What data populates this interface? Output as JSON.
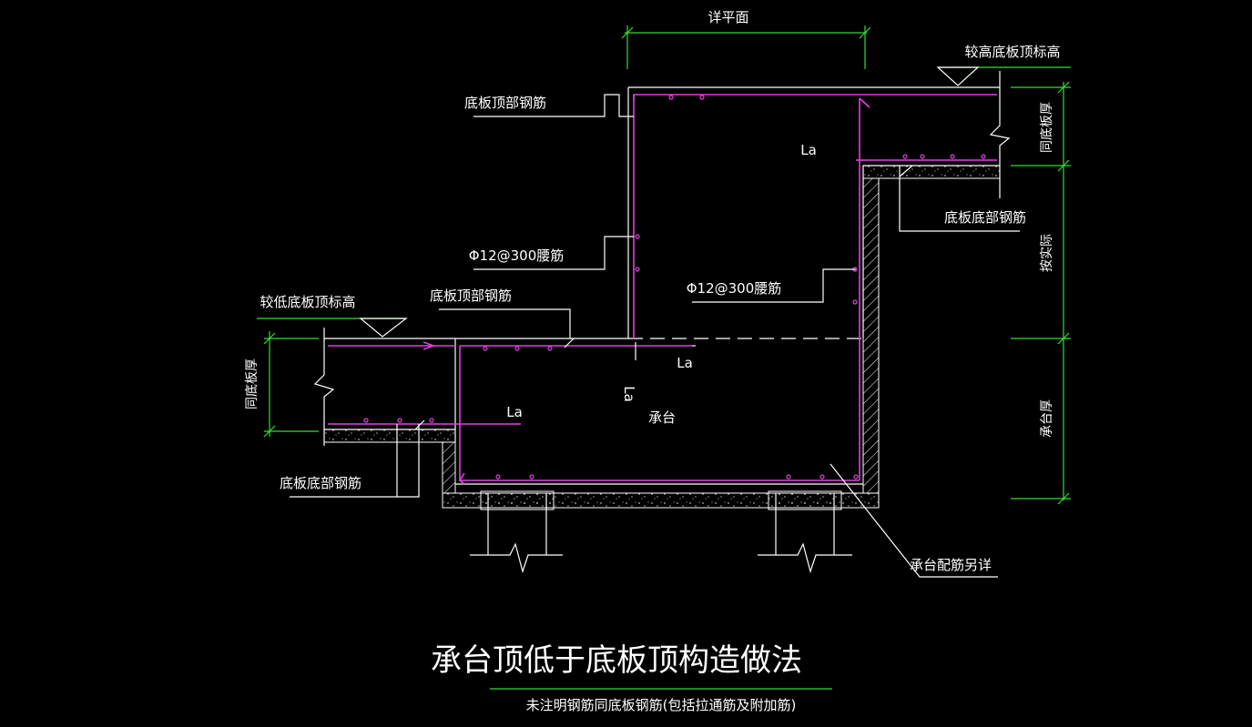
{
  "labels": {
    "detail_plan": "详平面",
    "higher_slab_top_elev": "较高底板顶标高",
    "lower_slab_top_elev": "较低底板顶标高",
    "slab_top_rebar_upper": "底板顶部钢筋",
    "slab_top_rebar_lower": "底板顶部钢筋",
    "slab_bottom_rebar_right": "底板底部钢筋",
    "slab_bottom_rebar_left": "底板底部钢筋",
    "waist_rebar_left": "Φ12@300腰筋",
    "waist_rebar_right": "Φ12@300腰筋",
    "same_slab_thickness_right": "同底板厚",
    "same_slab_thickness_left": "同底板厚",
    "per_actual": "按实际",
    "cap_thickness": "承台厚",
    "cap": "承台",
    "cap_reinforcement_note": "承台配筋另详",
    "la_1": "La",
    "la_2": "La",
    "la_3": "La",
    "la_vertical": "La"
  },
  "title": "承台顶低于底板顶构造做法",
  "subtitle": "未注明钢筋同底板钢筋(包括拉通筋及附加筋)",
  "colors": {
    "background": "#000000",
    "outline": "#ffffff",
    "rebar": "#e040e0",
    "dimension": "#33dd33"
  }
}
